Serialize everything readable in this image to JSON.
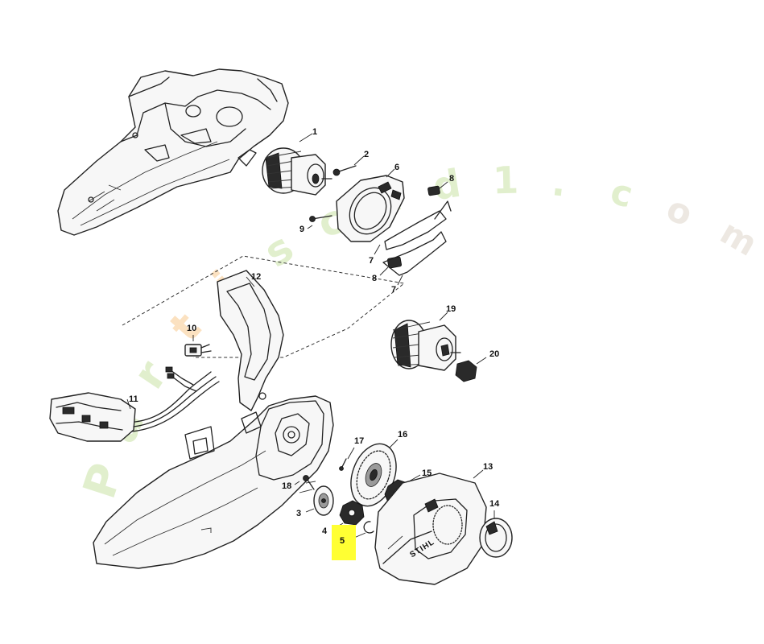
{
  "diagram": {
    "callouts": [
      {
        "id": "1",
        "text": "1"
      },
      {
        "id": "2",
        "text": "2"
      },
      {
        "id": "6",
        "text": "6"
      },
      {
        "id": "8a",
        "text": "8"
      },
      {
        "id": "9",
        "text": "9"
      },
      {
        "id": "7a",
        "text": "7"
      },
      {
        "id": "8b",
        "text": "8"
      },
      {
        "id": "7b",
        "text": "7"
      },
      {
        "id": "12",
        "text": "12"
      },
      {
        "id": "10",
        "text": "10"
      },
      {
        "id": "19",
        "text": "19"
      },
      {
        "id": "20",
        "text": "20"
      },
      {
        "id": "11",
        "text": "11"
      },
      {
        "id": "17",
        "text": "17"
      },
      {
        "id": "16",
        "text": "16"
      },
      {
        "id": "15",
        "text": "15"
      },
      {
        "id": "13",
        "text": "13"
      },
      {
        "id": "18",
        "text": "18"
      },
      {
        "id": "3",
        "text": "3"
      },
      {
        "id": "14",
        "text": "14"
      },
      {
        "id": "4",
        "text": "4"
      },
      {
        "id": "5",
        "text": "5"
      }
    ],
    "highlighted_part": "5",
    "highlight_color": "#ffff33",
    "cover_brand_text": "STIHL",
    "watermark": {
      "text": "Partiscad1.com",
      "colors": [
        "#a6cf6a",
        "#f3a742",
        "#a6cf6a",
        "#c9bca8"
      ]
    }
  }
}
